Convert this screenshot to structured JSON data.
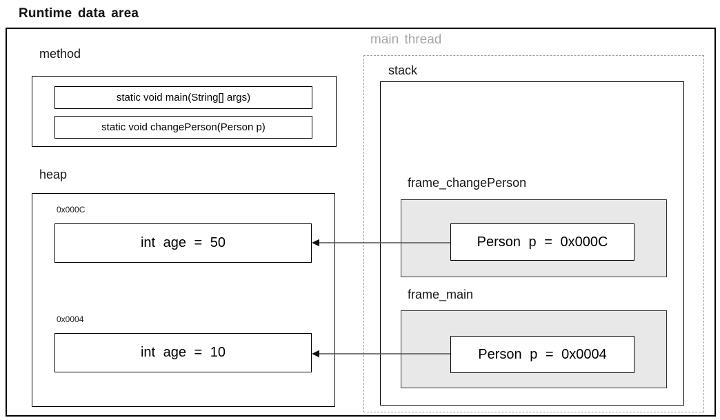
{
  "title": "Runtime data area",
  "method_area": {
    "label": "method",
    "entries": [
      "static void main(String[] args)",
      "static void changePerson(Person p)"
    ]
  },
  "heap": {
    "label": "heap",
    "objects": [
      {
        "address": "0x000C",
        "value": "int age = 50"
      },
      {
        "address": "0x0004",
        "value": "int age = 10"
      }
    ]
  },
  "main_thread": {
    "label": "main thread",
    "stack": {
      "label": "stack",
      "frames": [
        {
          "label": "frame_changePerson",
          "variable": "Person p = 0x000C"
        },
        {
          "label": "frame_main",
          "variable": "Person p = 0x0004"
        }
      ]
    }
  },
  "arrows": [
    {
      "from": "frame_changePerson.Person p",
      "to": "heap.0x000C"
    },
    {
      "from": "frame_main.Person p",
      "to": "heap.0x0004"
    }
  ],
  "colors": {
    "frame_fill": "#e8e8e8",
    "box_border": "#000000",
    "thread_label": "#a6a6a6",
    "dashed_border": "#9b9b9b",
    "arrow_line": "#4d4d4d"
  }
}
